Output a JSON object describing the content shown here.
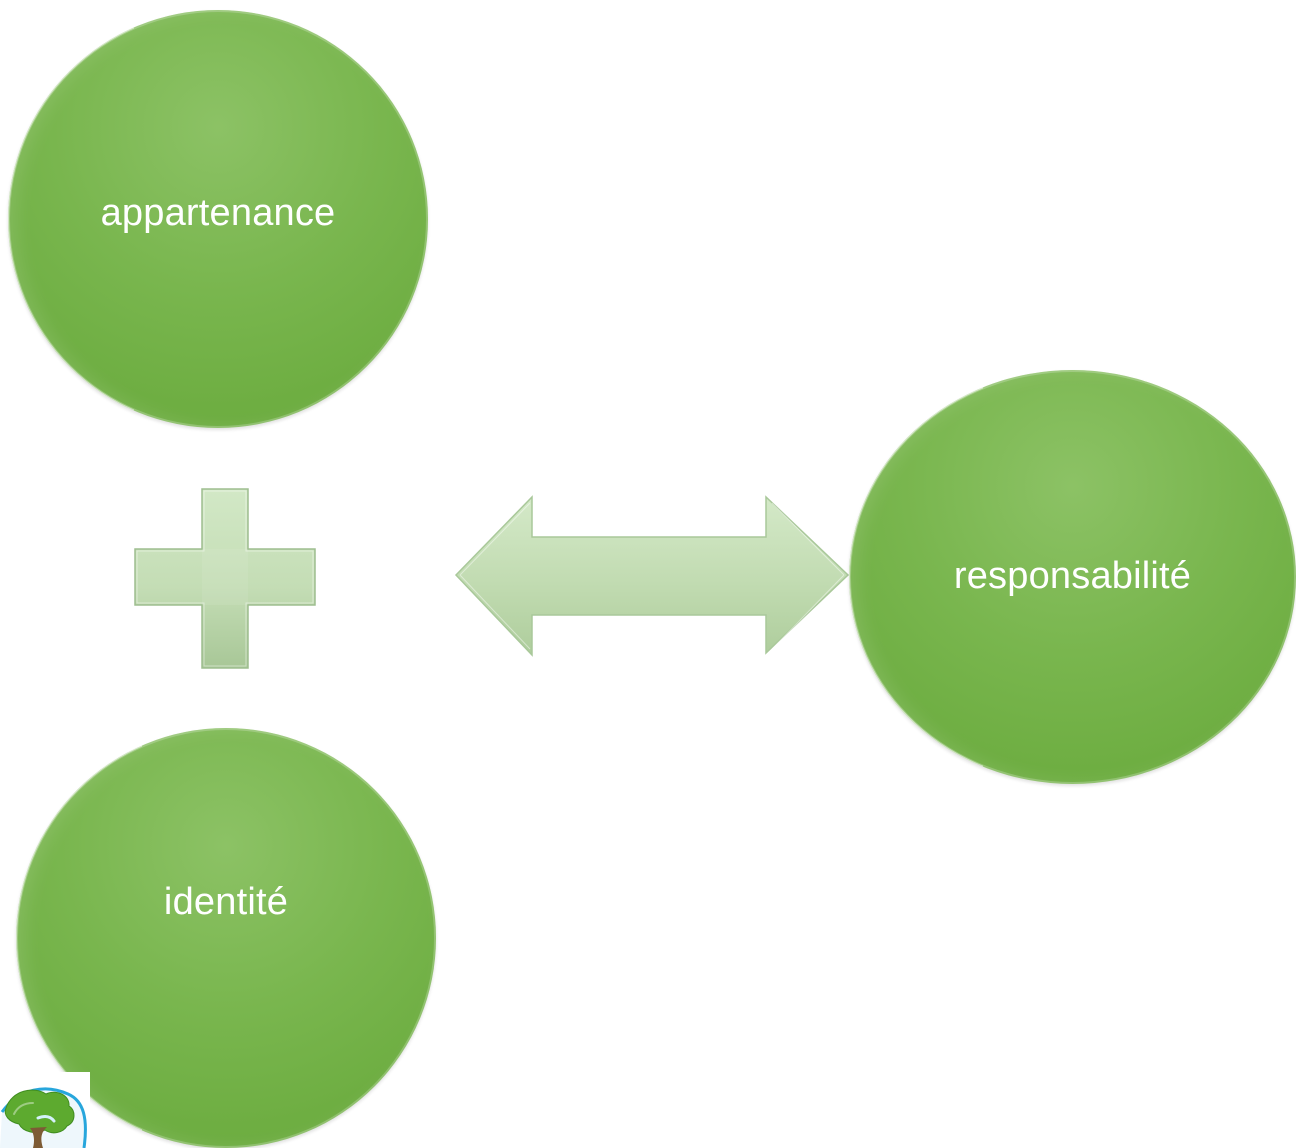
{
  "diagram": {
    "nodes": [
      {
        "id": "appartenance",
        "label": "appartenance"
      },
      {
        "id": "identite",
        "label": "identité"
      },
      {
        "id": "responsabilite",
        "label": "responsabilité"
      }
    ],
    "operators": [
      {
        "type": "plus",
        "icon": "plus-icon"
      },
      {
        "type": "double-arrow",
        "icon": "double-arrow-icon"
      }
    ]
  },
  "logo": {
    "icon": "tree-logo-icon"
  },
  "colors": {
    "node_green": "#79b64e",
    "node_green_dark": "#66a839",
    "operator_fill": "#c5dfb6",
    "operator_edge": "#a9c89a",
    "logo_blue": "#27a6dc",
    "logo_green": "#5daa2f"
  }
}
